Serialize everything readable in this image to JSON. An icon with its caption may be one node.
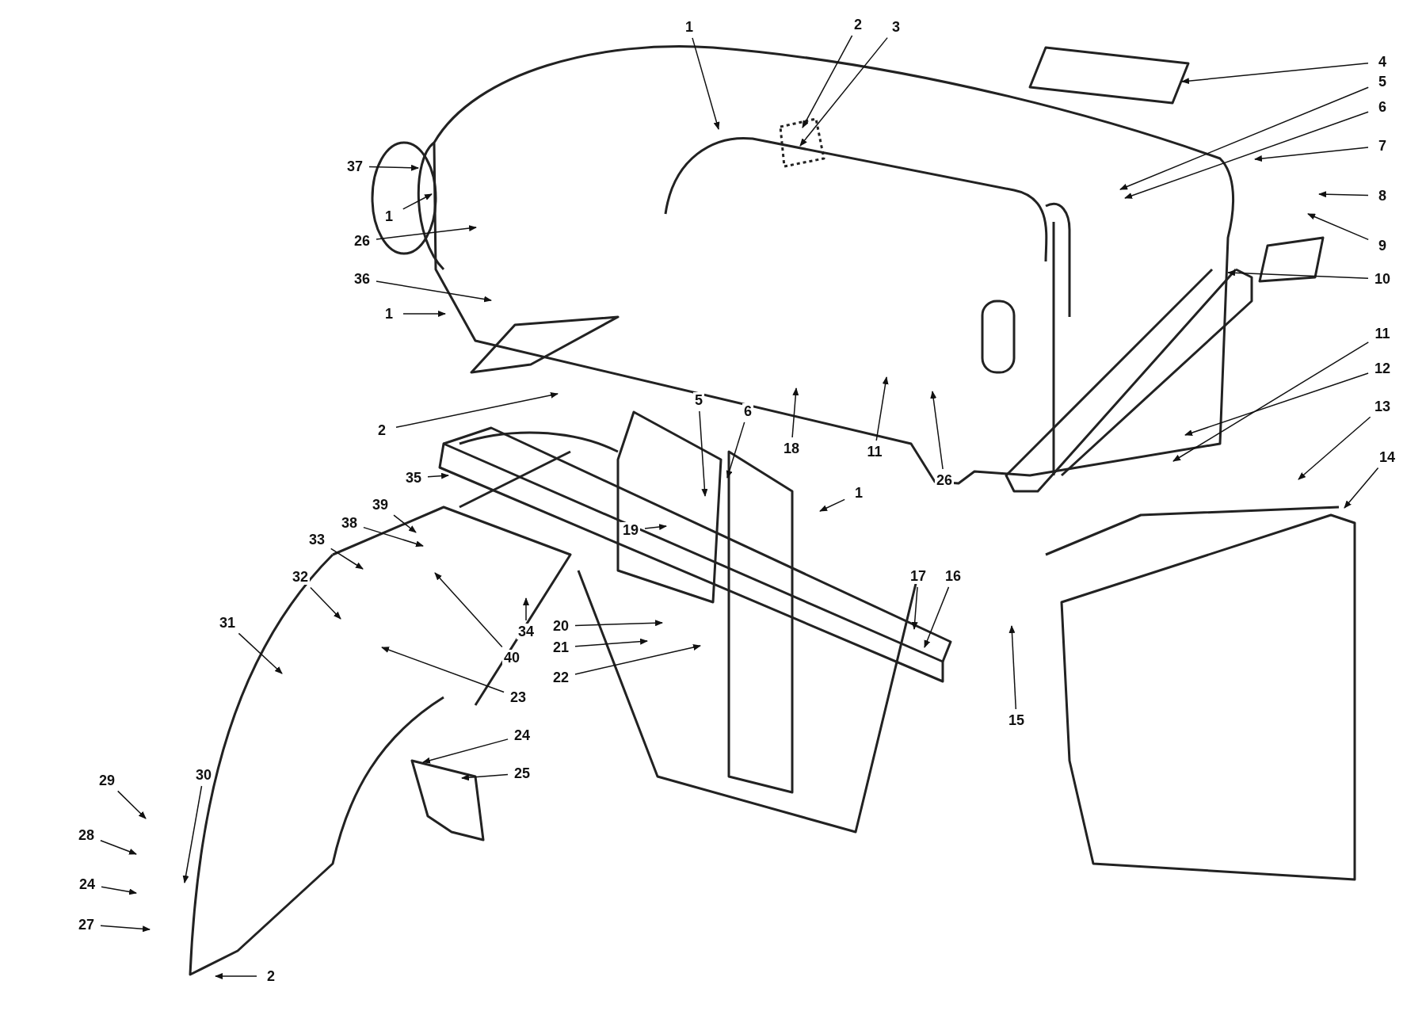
{
  "diagram": {
    "nodes": [
      {
        "text": [
          "1"
        ]
      },
      {
        "text": [
          "2"
        ]
      },
      {
        "text": [
          "3"
        ]
      },
      {
        "text": [
          "4"
        ]
      },
      {
        "text": [
          "5"
        ]
      },
      {
        "text": [
          "6"
        ]
      },
      {
        "text": [
          "7"
        ]
      },
      {
        "text": [
          "8"
        ]
      },
      {
        "text": [
          "9"
        ]
      },
      {
        "text": [
          "10"
        ]
      },
      {
        "text": [
          "11"
        ]
      },
      {
        "text": [
          "12"
        ]
      },
      {
        "text": [
          "13"
        ]
      },
      {
        "text": [
          "14"
        ]
      },
      {
        "text": [
          "37"
        ]
      },
      {
        "text": [
          "1"
        ]
      },
      {
        "text": [
          "26"
        ]
      },
      {
        "text": [
          "36"
        ]
      },
      {
        "text": [
          "1"
        ]
      },
      {
        "text": [
          "18"
        ]
      },
      {
        "text": [
          "11"
        ]
      },
      {
        "text": [
          "26"
        ]
      },
      {
        "text": [
          "2"
        ]
      },
      {
        "text": [
          "5"
        ]
      },
      {
        "text": [
          "6"
        ]
      },
      {
        "text": [
          "1"
        ]
      },
      {
        "text": [
          "35"
        ]
      },
      {
        "text": [
          "39"
        ]
      },
      {
        "text": [
          "38"
        ]
      },
      {
        "text": [
          "33"
        ]
      },
      {
        "text": [
          "32"
        ]
      },
      {
        "text": [
          "31"
        ]
      },
      {
        "text": [
          "34"
        ]
      },
      {
        "text": [
          "40"
        ]
      },
      {
        "text": [
          "23"
        ]
      },
      {
        "text": [
          "19"
        ]
      },
      {
        "text": [
          "20"
        ]
      },
      {
        "text": [
          "21"
        ]
      },
      {
        "text": [
          "22"
        ]
      },
      {
        "text": [
          "17"
        ]
      },
      {
        "text": [
          "16"
        ]
      },
      {
        "text": [
          "15"
        ]
      },
      {
        "text": [
          "24"
        ]
      },
      {
        "text": [
          "25"
        ]
      },
      {
        "text": [
          "29"
        ]
      },
      {
        "text": [
          "30"
        ]
      },
      {
        "text": [
          "28"
        ]
      },
      {
        "text": [
          "24"
        ]
      },
      {
        "text": [
          "27"
        ]
      },
      {
        "text": [
          "2"
        ]
      }
    ],
    "edges": [
      {
        "from": 0,
        "to": null,
        "arrow": "to"
      },
      {
        "from": 1,
        "to": null,
        "arrow": "to"
      },
      {
        "from": 2,
        "to": null,
        "arrow": "to"
      },
      {
        "from": 3,
        "to": null,
        "arrow": "to"
      },
      {
        "from": 4,
        "to": null,
        "arrow": "to"
      },
      {
        "from": 5,
        "to": null,
        "arrow": "to"
      },
      {
        "from": 6,
        "to": null,
        "arrow": "to"
      },
      {
        "from": 7,
        "to": null,
        "arrow": "to"
      },
      {
        "from": 8,
        "to": null,
        "arrow": "to"
      },
      {
        "from": 9,
        "to": null,
        "arrow": "to"
      },
      {
        "from": 10,
        "to": null,
        "arrow": "to"
      },
      {
        "from": 11,
        "to": null,
        "arrow": "to"
      },
      {
        "from": 12,
        "to": null,
        "arrow": "to"
      },
      {
        "from": 13,
        "to": null,
        "arrow": "to"
      },
      {
        "from": 14,
        "to": null,
        "arrow": "to"
      },
      {
        "from": 15,
        "to": null,
        "arrow": "to"
      },
      {
        "from": 16,
        "to": null,
        "arrow": "to"
      },
      {
        "from": 17,
        "to": null,
        "arrow": "to"
      },
      {
        "from": 18,
        "to": null,
        "arrow": "to"
      },
      {
        "from": 19,
        "to": null,
        "arrow": "to"
      },
      {
        "from": 20,
        "to": null,
        "arrow": "to"
      },
      {
        "from": 21,
        "to": null,
        "arrow": "to"
      },
      {
        "from": 22,
        "to": null,
        "arrow": "to"
      },
      {
        "from": 23,
        "to": null,
        "arrow": "to"
      },
      {
        "from": 24,
        "to": null,
        "arrow": "to"
      },
      {
        "from": 25,
        "to": null,
        "arrow": "to"
      },
      {
        "from": 26,
        "to": null,
        "arrow": "to"
      },
      {
        "from": 27,
        "to": null,
        "arrow": "to"
      },
      {
        "from": 28,
        "to": null,
        "arrow": "to"
      },
      {
        "from": 29,
        "to": null,
        "arrow": "to"
      },
      {
        "from": 30,
        "to": null,
        "arrow": "to"
      },
      {
        "from": 31,
        "to": null,
        "arrow": "to"
      },
      {
        "from": 32,
        "to": null,
        "arrow": "to"
      },
      {
        "from": 33,
        "to": null,
        "arrow": "to"
      },
      {
        "from": 34,
        "to": null,
        "arrow": "to"
      },
      {
        "from": 35,
        "to": null,
        "arrow": "to"
      },
      {
        "from": 36,
        "to": null,
        "arrow": "to"
      },
      {
        "from": 37,
        "to": null,
        "arrow": "to"
      },
      {
        "from": 38,
        "to": null,
        "arrow": "to"
      },
      {
        "from": 39,
        "to": null,
        "arrow": "to"
      },
      {
        "from": 40,
        "to": null,
        "arrow": "to"
      },
      {
        "from": 41,
        "to": null,
        "arrow": "to"
      },
      {
        "from": 42,
        "to": null,
        "arrow": "to"
      },
      {
        "from": 43,
        "to": null,
        "arrow": "to"
      },
      {
        "from": 44,
        "to": null,
        "arrow": "to"
      },
      {
        "from": 45,
        "to": null,
        "arrow": "to"
      },
      {
        "from": 46,
        "to": null,
        "arrow": "to"
      },
      {
        "from": 47,
        "to": null,
        "arrow": "to"
      },
      {
        "from": 48,
        "to": null,
        "arrow": "to"
      },
      {
        "from": 49,
        "to": null,
        "arrow": "to"
      }
    ]
  }
}
